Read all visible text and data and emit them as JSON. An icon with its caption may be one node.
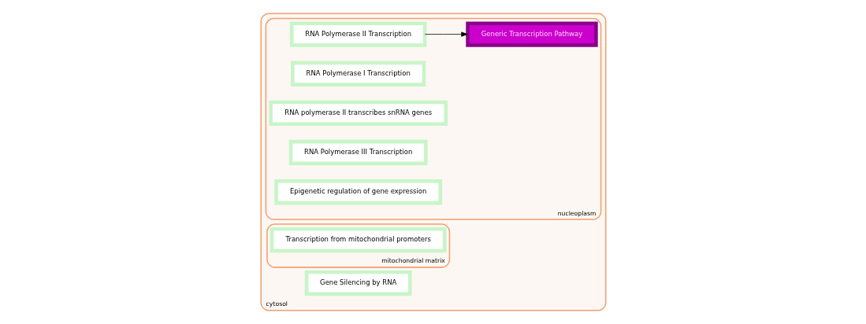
{
  "diagram": {
    "nodes": [
      {
        "text": [
          "cytosol"
        ]
      },
      {
        "text": [
          "nucleoplasm"
        ],
        "in": 0
      },
      {
        "text": [
          "RNA Polymerase II Transcription"
        ],
        "in": 1
      },
      {
        "text": [
          "RNA Polymerase I Transcription"
        ],
        "in": 1
      },
      {
        "text": [
          "RNA polymerase II transcribes snRNA genes"
        ],
        "in": 1
      },
      {
        "text": [
          "Generic Transcription Pathway"
        ],
        "in": 1
      },
      {
        "text": [
          "RNA Polymerase III Transcription"
        ],
        "in": 1
      },
      {
        "text": [
          "Gene Silencing by RNA"
        ],
        "in": 0
      },
      {
        "text": [
          "Epigenetic regulation of gene expression"
        ],
        "in": 1
      },
      {
        "text": [
          "mitochondrial matrix"
        ],
        "in": 0
      },
      {
        "text": [
          "Transcription from mitochondrial promoters"
        ],
        "in": 9
      }
    ],
    "edges": [
      {
        "from": 2,
        "to": 5,
        "arrow": "to"
      }
    ]
  }
}
